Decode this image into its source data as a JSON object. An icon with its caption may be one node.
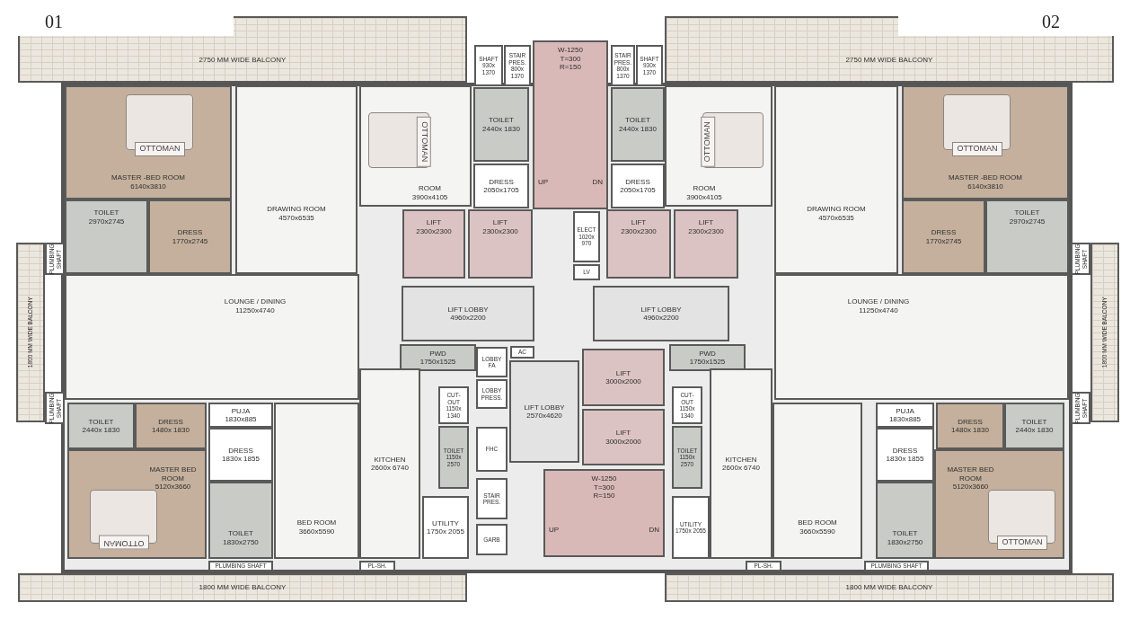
{
  "diagram": {
    "nodes": [
      {
        "text": [
          "2750 MM WIDE BALCONY"
        ]
      },
      {
        "text": [
          "SHAFT",
          "930x 1370"
        ]
      },
      {
        "text": [
          "STAIR PRES.",
          "800x 1370"
        ]
      },
      {
        "text": [
          "W-1250 T=300 R=150",
          "UP",
          "DN"
        ]
      },
      {
        "text": [
          "STAIR PRES.",
          "800x 1370"
        ]
      },
      {
        "text": [
          "SHAFT",
          "930x 1370"
        ]
      },
      {
        "text": [
          "2750 MM WIDE BALCONY"
        ]
      },
      {
        "text": [
          "MASTER -BED ROOM",
          "6140x3810"
        ]
      },
      {
        "text": [
          "DRAWING ROOM",
          "4570x6535"
        ]
      },
      {
        "text": [
          "ROOM",
          "3900x4105"
        ]
      },
      {
        "text": [
          "TOILET",
          "2440x 1830"
        ]
      },
      {
        "text": [
          "DRESS",
          "2050x1705"
        ]
      },
      {
        "text": [
          "TOILET",
          "2440x 1830"
        ]
      },
      {
        "text": [
          "DRESS",
          "2050x1705"
        ]
      },
      {
        "text": [
          "ROOM",
          "3900x4105"
        ]
      },
      {
        "text": [
          "DRAWING ROOM",
          "4570x6535"
        ]
      },
      {
        "text": [
          "MASTER -BED ROOM",
          "6140x3810"
        ]
      },
      {
        "text": [
          "TOILET",
          "2970x2745"
        ]
      },
      {
        "text": [
          "DRESS",
          "1770x2745"
        ]
      },
      {
        "text": [
          "LIFT",
          "2300x2300"
        ]
      },
      {
        "text": [
          "LIFT",
          "2300x2300"
        ]
      },
      {
        "text": [
          "ELECT",
          "1020x 970"
        ]
      },
      {
        "text": [
          "LV"
        ]
      },
      {
        "text": [
          "LIFT",
          "2300x2300"
        ]
      },
      {
        "text": [
          "LIFT",
          "2300x2300"
        ]
      },
      {
        "text": [
          "DRESS",
          "1770x2745"
        ]
      },
      {
        "text": [
          "TOILET",
          "2970x2745"
        ]
      },
      {
        "text": [
          "PLUMBING SHAFT"
        ]
      },
      {
        "text": [
          "PLUMBING SHAFT"
        ]
      },
      {
        "text": [
          "1800 MM WIDE BALCONY"
        ]
      },
      {
        "text": [
          "LOUNGE / DINING",
          "11250x4740"
        ]
      },
      {
        "text": [
          "LIFT LOBBY",
          "4960x2200"
        ]
      },
      {
        "text": [
          "LIFT LOBBY",
          "4960x2200"
        ]
      },
      {
        "text": [
          "LOUNGE / DINING",
          "11250x4740"
        ]
      },
      {
        "text": [
          "1800 MM WIDE BALCONY"
        ]
      },
      {
        "text": [
          "PLUMBING SHAFT"
        ]
      },
      {
        "text": [
          "PLUMBING SHAFT"
        ]
      },
      {
        "text": [
          "PWD",
          "1750x1525"
        ]
      },
      {
        "text": [
          "LOBBY FA"
        ]
      },
      {
        "text": [
          "AC"
        ]
      },
      {
        "text": [
          "LIFT",
          "3000x2000"
        ]
      },
      {
        "text": [
          "PWD",
          "1750x1525"
        ]
      },
      {
        "text": [
          "LOBBY PRESS."
        ]
      },
      {
        "text": [
          "LIFT LOBBY",
          "2570x4620"
        ]
      },
      {
        "text": [
          "CUT- OUT",
          "1150x 1340"
        ]
      },
      {
        "text": [
          "CUT- OUT",
          "1150x 1340"
        ]
      },
      {
        "text": [
          "TOILET",
          "2440x 1830"
        ]
      },
      {
        "text": [
          "DRESS",
          "1480x 1830"
        ]
      },
      {
        "text": [
          "PUJA",
          "1830x885"
        ]
      },
      {
        "text": [
          "BED ROOM",
          "3660x5590"
        ]
      },
      {
        "text": [
          "KITCHEN",
          "2600x 6740"
        ]
      },
      {
        "text": [
          "LIFT",
          "3000x2000"
        ]
      },
      {
        "text": [
          "KITCHEN",
          "2600x 6740"
        ]
      },
      {
        "text": [
          "BED ROOM",
          "3660x5590"
        ]
      },
      {
        "text": [
          "PUJA",
          "1830x885"
        ]
      },
      {
        "text": [
          "DRESS",
          "1480x 1830"
        ]
      },
      {
        "text": [
          "TOILET",
          "2440x 1830"
        ]
      },
      {
        "text": [
          "FHC"
        ]
      },
      {
        "text": [
          "TOILET",
          "1150x 2570"
        ]
      },
      {
        "text": [
          "TOILET",
          "1150x 2570"
        ]
      },
      {
        "text": [
          "DRESS",
          "1830x 1855"
        ]
      },
      {
        "text": [
          "DRESS",
          "1830x 1855"
        ]
      },
      {
        "text": [
          "MASTER BED ROOM",
          "5120x3660"
        ]
      },
      {
        "text": [
          "MASTER BED ROOM",
          "5120x3660"
        ]
      },
      {
        "text": [
          "W-1250 T=300 R=150",
          "UP",
          "DN"
        ]
      },
      {
        "text": [
          "STAIR PRES."
        ]
      },
      {
        "text": [
          "TOILET",
          "1830x2750"
        ]
      },
      {
        "text": [
          "TOILET",
          "1830x2750"
        ]
      },
      {
        "text": [
          "UTILITY",
          "1750x 2055"
        ]
      },
      {
        "text": [
          "UTILITY",
          "1750x 2055"
        ]
      },
      {
        "text": [
          "GARB"
        ]
      },
      {
        "text": [
          "PLUMBING SHAFT"
        ]
      },
      {
        "text": [
          "PL-SH."
        ]
      },
      {
        "text": [
          "PL-SH."
        ]
      },
      {
        "text": [
          "PLUMBING SHAFT"
        ]
      },
      {
        "text": [
          "1800 MM WIDE BALCONY"
        ]
      },
      {
        "text": [
          "1800 MM WIDE BALCONY"
        ]
      }
    ],
    "labels": [
      "01",
      "02",
      "OTTOMAN",
      "OTTOMAN",
      "OTTOMAN",
      "OTTOMAN",
      "OTTOMAN",
      "OTTOMAN"
    ]
  }
}
